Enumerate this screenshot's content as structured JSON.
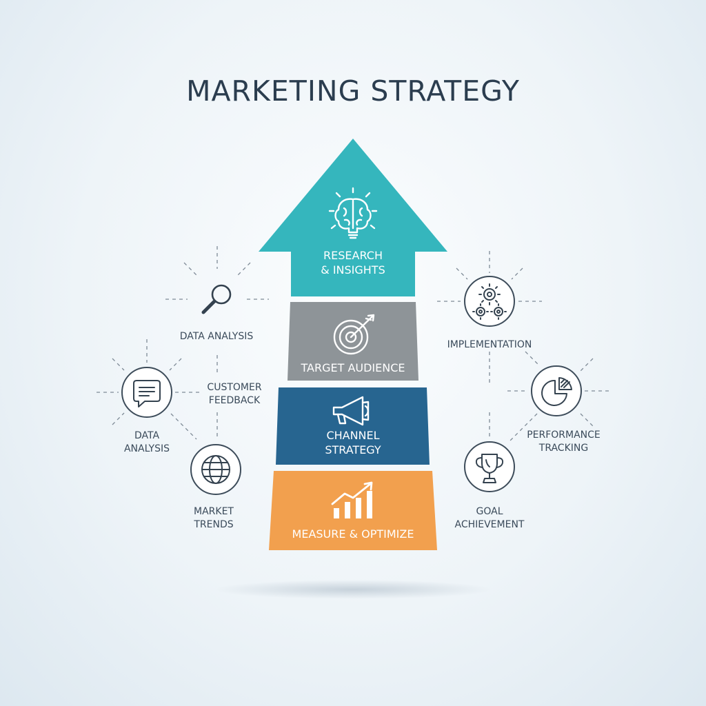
{
  "title": "MARKETING STRATEGY",
  "colors": {
    "teal": "#35b6bd",
    "gray": "#8e9498",
    "navy": "#276590",
    "orange": "#f2a04e",
    "text": "#2b3d4f"
  },
  "stages": [
    {
      "label": "RESEARCH\n& INSIGHTS",
      "icon": "brain-lightbulb-icon"
    },
    {
      "label": "TARGET AUDIENCE",
      "icon": "target-icon"
    },
    {
      "label": "CHANNEL\nSTRATEGY",
      "icon": "megaphone-icon"
    },
    {
      "label": "MEASURE & OPTIMIZE",
      "icon": "growth-chart-icon"
    }
  ],
  "left_nodes": [
    {
      "label": "DATA ANALYSIS",
      "icon": "magnifier-icon"
    },
    {
      "label": "CUSTOMER\nFEEDBACK",
      "icon": ""
    },
    {
      "label": "DATA\nANALYSIS",
      "icon": "chat-bubble-icon"
    },
    {
      "label": "MARKET\nTRENDS",
      "icon": "globe-icon"
    }
  ],
  "right_nodes": [
    {
      "label": "IMPLEMENTATION",
      "icon": "gears-icon"
    },
    {
      "label": "PERFORMANCE\nTRACKING",
      "icon": "pie-chart-icon"
    },
    {
      "label": "GOAL\nACHIEVEMENT",
      "icon": "trophy-icon"
    }
  ]
}
